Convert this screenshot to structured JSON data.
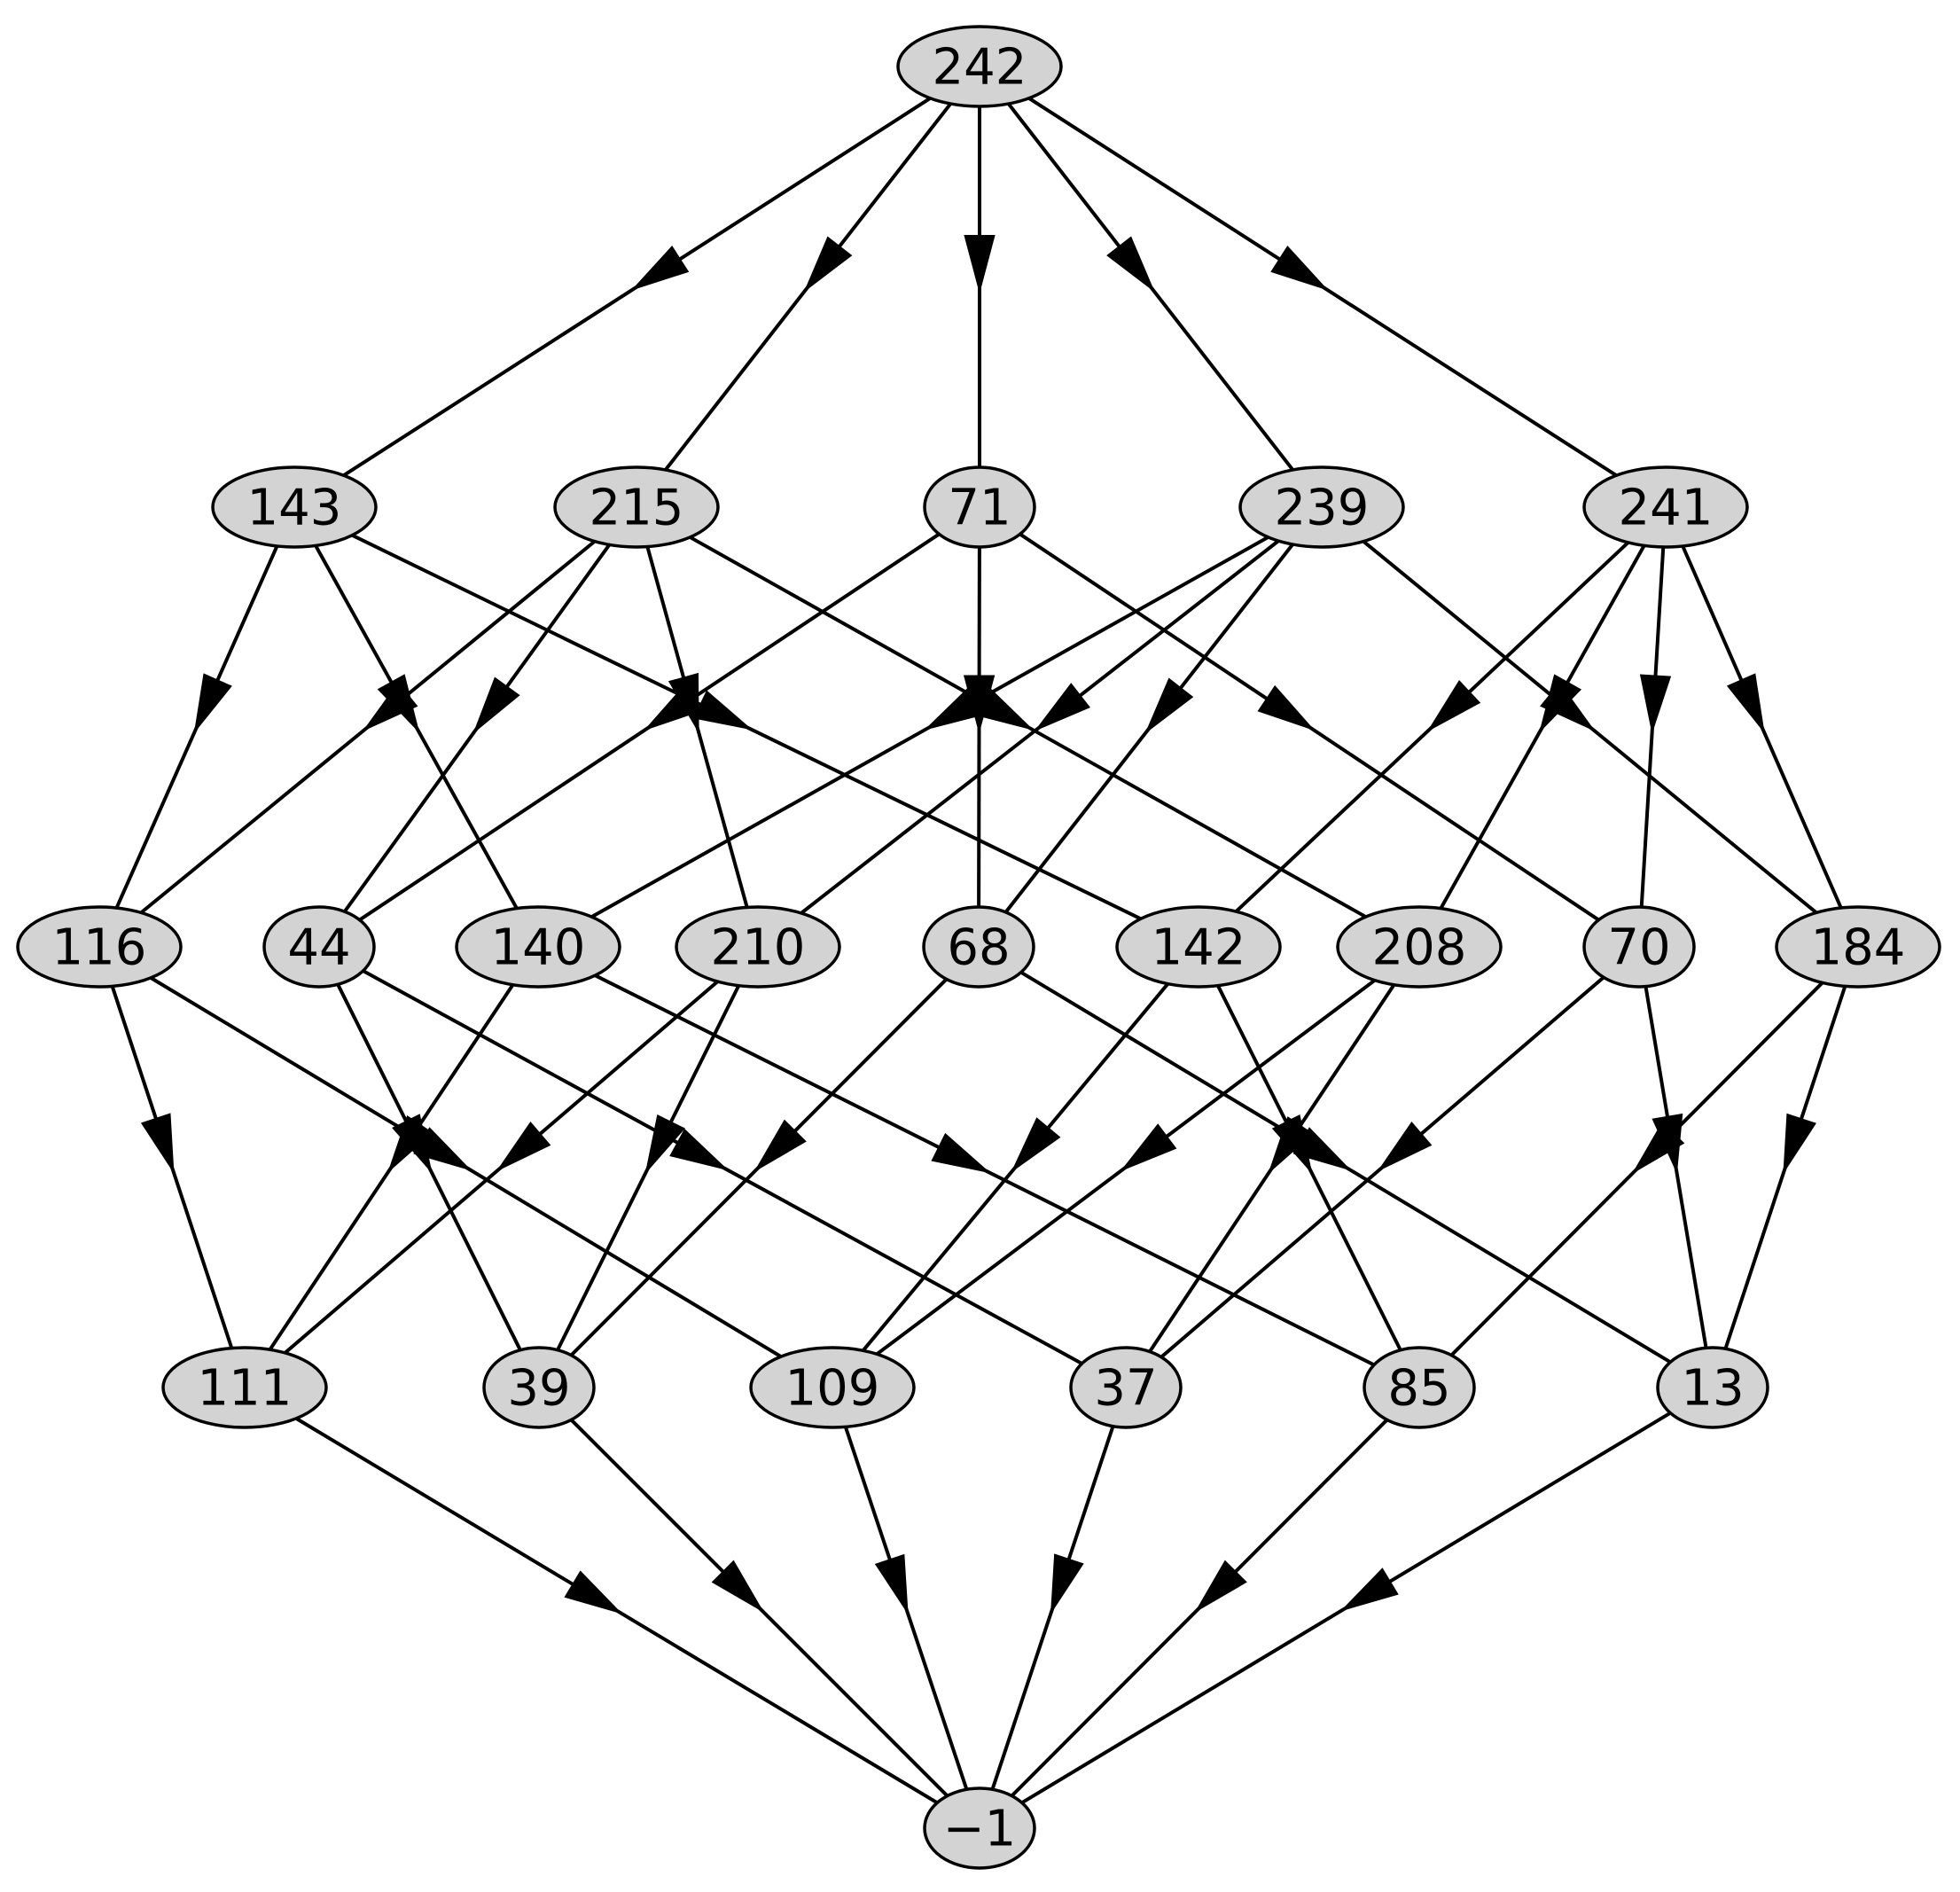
{
  "diagram": {
    "type": "directed-graph",
    "node_fill": "#d3d3d3",
    "stroke_color": "#000000",
    "nodes": [
      {
        "id": "n242",
        "label": "242"
      },
      {
        "id": "n143",
        "label": "143"
      },
      {
        "id": "n215",
        "label": "215"
      },
      {
        "id": "n71",
        "label": "71"
      },
      {
        "id": "n239",
        "label": "239"
      },
      {
        "id": "n241",
        "label": "241"
      },
      {
        "id": "n116",
        "label": "116"
      },
      {
        "id": "n44",
        "label": "44"
      },
      {
        "id": "n140",
        "label": "140"
      },
      {
        "id": "n210",
        "label": "210"
      },
      {
        "id": "n68",
        "label": "68"
      },
      {
        "id": "n142",
        "label": "142"
      },
      {
        "id": "n208",
        "label": "208"
      },
      {
        "id": "n70",
        "label": "70"
      },
      {
        "id": "n184",
        "label": "184"
      },
      {
        "id": "n111",
        "label": "111"
      },
      {
        "id": "n39",
        "label": "39"
      },
      {
        "id": "n109",
        "label": "109"
      },
      {
        "id": "n37",
        "label": "37"
      },
      {
        "id": "n85",
        "label": "85"
      },
      {
        "id": "n13",
        "label": "13"
      },
      {
        "id": "nm1",
        "label": "−1"
      }
    ],
    "edges": [
      {
        "from": "n242",
        "to": "n143"
      },
      {
        "from": "n242",
        "to": "n215"
      },
      {
        "from": "n242",
        "to": "n71"
      },
      {
        "from": "n242",
        "to": "n239"
      },
      {
        "from": "n242",
        "to": "n241"
      },
      {
        "from": "n143",
        "to": "n116"
      },
      {
        "from": "n143",
        "to": "n140"
      },
      {
        "from": "n143",
        "to": "n142"
      },
      {
        "from": "n215",
        "to": "n116"
      },
      {
        "from": "n215",
        "to": "n44"
      },
      {
        "from": "n215",
        "to": "n210"
      },
      {
        "from": "n215",
        "to": "n208"
      },
      {
        "from": "n71",
        "to": "n44"
      },
      {
        "from": "n71",
        "to": "n68"
      },
      {
        "from": "n71",
        "to": "n70"
      },
      {
        "from": "n239",
        "to": "n140"
      },
      {
        "from": "n239",
        "to": "n210"
      },
      {
        "from": "n239",
        "to": "n68"
      },
      {
        "from": "n239",
        "to": "n184"
      },
      {
        "from": "n241",
        "to": "n142"
      },
      {
        "from": "n241",
        "to": "n208"
      },
      {
        "from": "n241",
        "to": "n70"
      },
      {
        "from": "n241",
        "to": "n184"
      },
      {
        "from": "n116",
        "to": "n111"
      },
      {
        "from": "n116",
        "to": "n109"
      },
      {
        "from": "n44",
        "to": "n39"
      },
      {
        "from": "n44",
        "to": "n37"
      },
      {
        "from": "n140",
        "to": "n111"
      },
      {
        "from": "n140",
        "to": "n85"
      },
      {
        "from": "n210",
        "to": "n111"
      },
      {
        "from": "n210",
        "to": "n39"
      },
      {
        "from": "n68",
        "to": "n39"
      },
      {
        "from": "n68",
        "to": "n13"
      },
      {
        "from": "n142",
        "to": "n109"
      },
      {
        "from": "n142",
        "to": "n85"
      },
      {
        "from": "n208",
        "to": "n109"
      },
      {
        "from": "n208",
        "to": "n37"
      },
      {
        "from": "n70",
        "to": "n37"
      },
      {
        "from": "n70",
        "to": "n13"
      },
      {
        "from": "n184",
        "to": "n85"
      },
      {
        "from": "n184",
        "to": "n13"
      },
      {
        "from": "n111",
        "to": "nm1"
      },
      {
        "from": "n39",
        "to": "nm1"
      },
      {
        "from": "n109",
        "to": "nm1"
      },
      {
        "from": "n37",
        "to": "nm1"
      },
      {
        "from": "n85",
        "to": "nm1"
      },
      {
        "from": "n13",
        "to": "nm1"
      }
    ]
  }
}
